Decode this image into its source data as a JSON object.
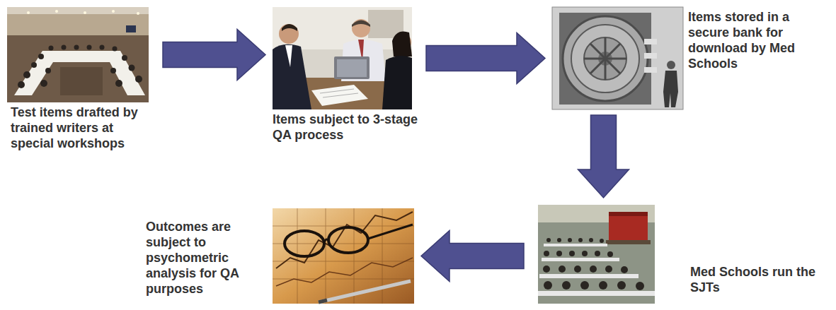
{
  "diagram": {
    "nodes": [
      {
        "text": [
          "Test items drafted by trained writers at special workshops"
        ]
      },
      {
        "text": [
          "Items subject to 3-stage QA process"
        ]
      },
      {
        "text": [
          "Items stored in a secure bank for download by Med Schools"
        ]
      },
      {
        "text": [
          "Med Schools run the SJTs"
        ]
      },
      {
        "text": [
          "Outcomes are subject to psychometric analysis for QA purposes"
        ]
      }
    ],
    "edges": [
      {
        "from": 0,
        "to": 1,
        "arrow": "to"
      },
      {
        "from": 1,
        "to": 2,
        "arrow": "to"
      },
      {
        "from": 2,
        "to": 3,
        "arrow": "to"
      },
      {
        "from": 3,
        "to": 4,
        "arrow": "to"
      }
    ]
  }
}
